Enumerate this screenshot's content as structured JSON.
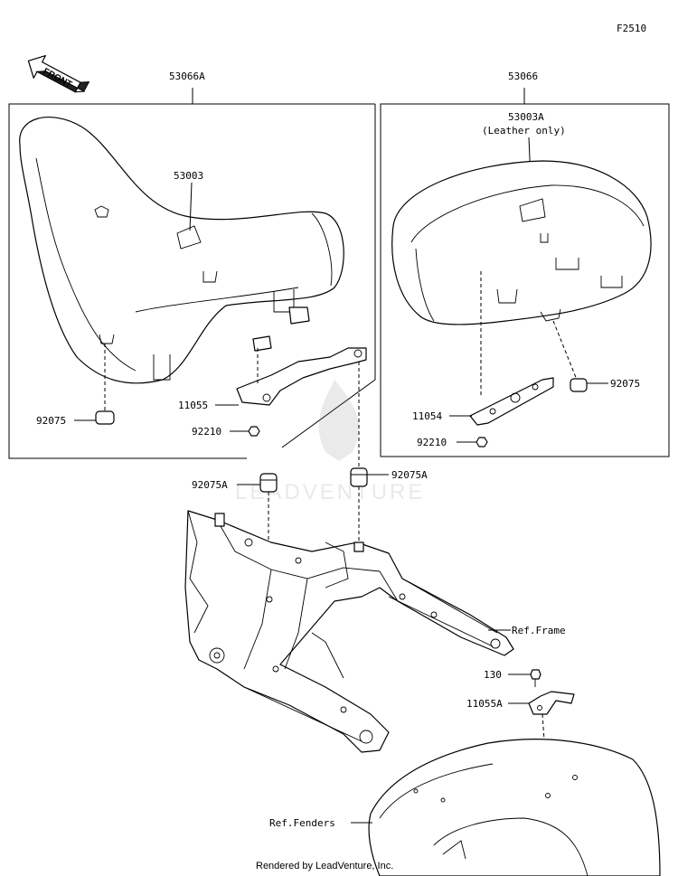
{
  "diagram_code": "F2510",
  "front_label": "FRONT",
  "watermark": "LEADVENTURE",
  "footer": "Rendered by LeadVenture, Inc.",
  "callouts": {
    "seat_a": "53066A",
    "seat_b": "53066",
    "seat_cover_a": "53003",
    "seat_cover_b": "53003A",
    "seat_cover_b_note": "(Leather only)",
    "damper_left": "92075",
    "damper_right": "92075",
    "bracket_left": "11055",
    "bracket_right": "11054",
    "nut_left": "92210",
    "nut_right": "92210",
    "damper_a_left": "92075A",
    "damper_a_right": "92075A",
    "ref_frame": "Ref.Frame",
    "bolt": "130",
    "bracket_small": "11055A",
    "ref_fenders": "Ref.Fenders"
  }
}
